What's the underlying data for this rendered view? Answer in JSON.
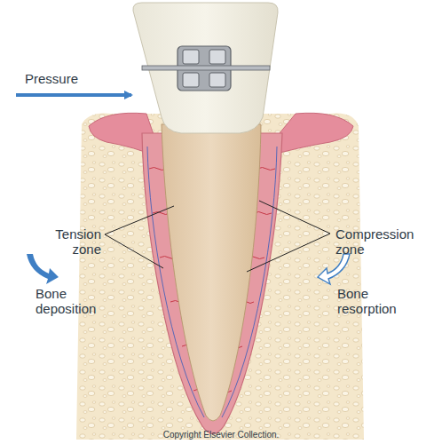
{
  "diagram": {
    "labels": [
      "Pressure",
      "Tension zone",
      "Bone deposition",
      "Compression zone",
      "Bone resorption",
      "Copyright Elsevier Collection."
    ]
  }
}
